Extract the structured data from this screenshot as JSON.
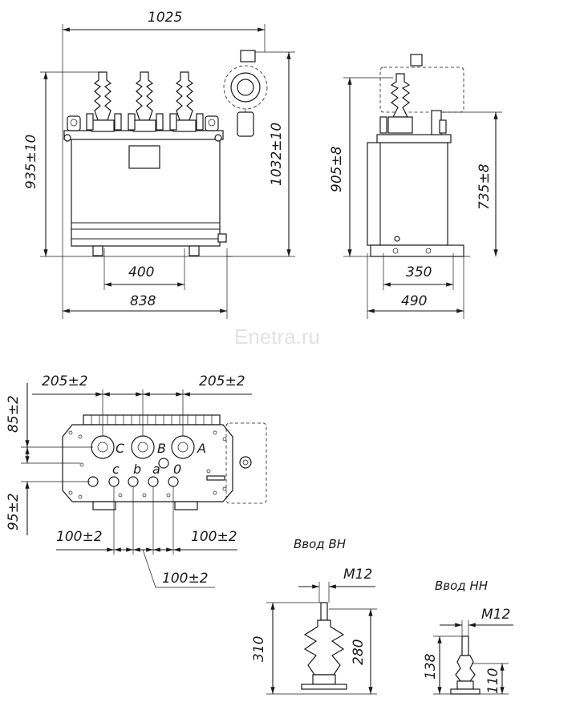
{
  "watermark": "Enetra.ru",
  "front_view": {
    "width_total": "1025",
    "height_left": "935±10",
    "height_right": "1032±10",
    "base_span": "400",
    "base_width": "838"
  },
  "side_view": {
    "height_left": "905±8",
    "height_right": "735±8",
    "base_inner": "350",
    "base_outer": "490"
  },
  "top_view": {
    "offset_left": "205±2",
    "offset_right": "205±2",
    "vertical_top": "85±2",
    "vertical_bottom": "95±2",
    "spacing_left": "100±2",
    "spacing_right": "100±2",
    "spacing_mid": "100±2",
    "phases_hv": [
      "C",
      "B",
      "A"
    ],
    "phases_lv": [
      "c",
      "b",
      "a",
      "0"
    ]
  },
  "bushing_hv": {
    "title": "Ввод ВН",
    "thread": "M12",
    "height_total": "310",
    "height_body": "280"
  },
  "bushing_lv": {
    "title": "Ввод НН",
    "thread": "M12",
    "height_total": "138",
    "height_body": "110"
  }
}
